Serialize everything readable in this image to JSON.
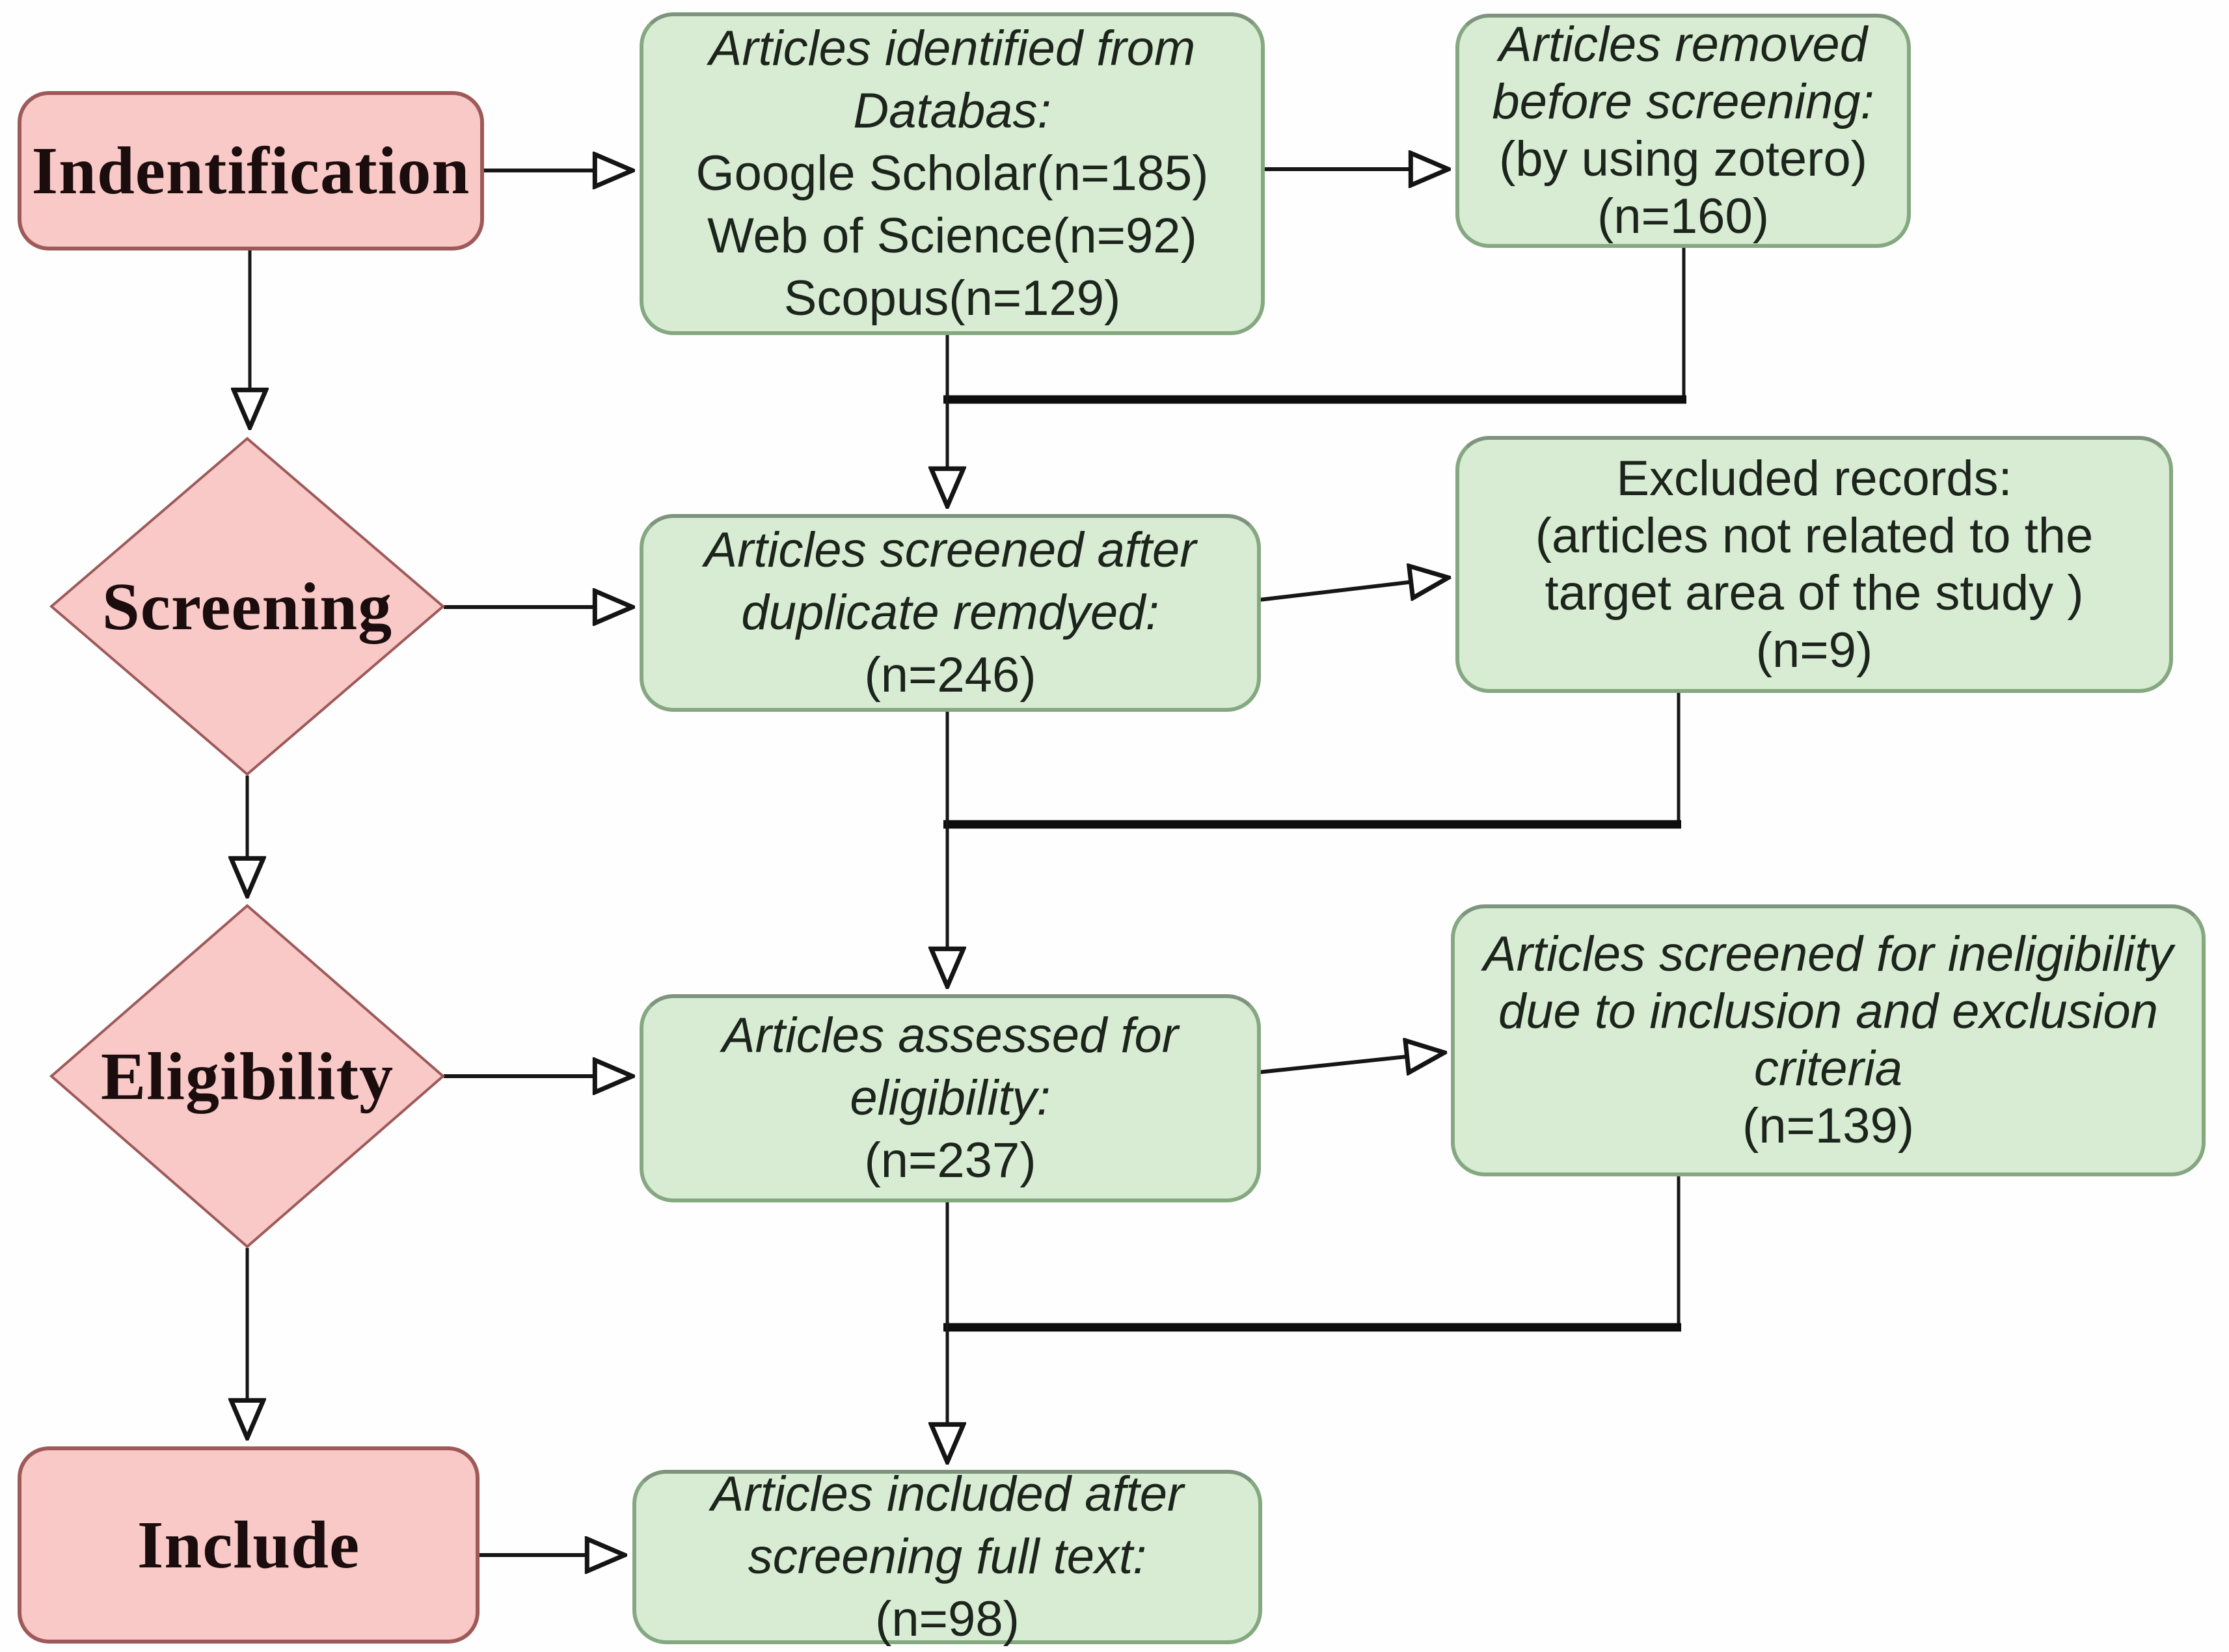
{
  "title": "PRISMA-style article screening flow diagram",
  "colors": {
    "stage_fill": "#f9c9c7",
    "stage_border": "#9e5a59",
    "box_fill": "#d7ecd3",
    "box_border": "#85a881",
    "line": "#161616",
    "text": "#1c241c"
  },
  "stages": {
    "identification": {
      "label": "Indentification",
      "shape": "rounded-rect"
    },
    "screening": {
      "label": "Screening",
      "shape": "diamond"
    },
    "eligibility": {
      "label": "Eligibility",
      "shape": "diamond"
    },
    "include": {
      "label": "Include",
      "shape": "rounded-rect"
    }
  },
  "main_boxes": {
    "identified": {
      "lines": [
        "Articles identified from",
        "Databas:",
        "Google Scholar(n=185)",
        "Web of Science(n=92)",
        "Scopus(n=129)"
      ],
      "italic_lines": [
        0,
        1
      ],
      "n_values": [
        185,
        92,
        129
      ]
    },
    "screened": {
      "lines": [
        "Articles screened after",
        "duplicate remdyed:",
        "(n=246)"
      ],
      "italic_lines": [
        0,
        1
      ],
      "n_values": [
        246
      ]
    },
    "assessed": {
      "lines": [
        "Articles assessed for",
        "eligibility:",
        "(n=237)"
      ],
      "italic_lines": [
        0,
        1
      ],
      "n_values": [
        237
      ]
    },
    "included": {
      "lines": [
        "Articles included after",
        "screening full text:",
        "(n=98)"
      ],
      "italic_lines": [
        0,
        1
      ],
      "n_values": [
        98
      ]
    }
  },
  "side_boxes": {
    "removed": {
      "lines": [
        "Articles removed",
        "before screening:",
        "(by using zotero)",
        "(n=160)"
      ],
      "italic_lines": [
        0,
        1
      ],
      "n_values": [
        160
      ]
    },
    "excluded": {
      "lines": [
        "Excluded records:",
        "(articles not related to the",
        "target area of the study )",
        "(n=9)"
      ],
      "italic_lines": [],
      "n_values": [
        9
      ]
    },
    "ineligible": {
      "lines": [
        "Articles screened for ineligibility",
        "due to inclusion and exclusion",
        "criteria",
        "(n=139)"
      ],
      "italic_lines": [
        0,
        1,
        2
      ],
      "n_values": [
        139
      ]
    }
  }
}
